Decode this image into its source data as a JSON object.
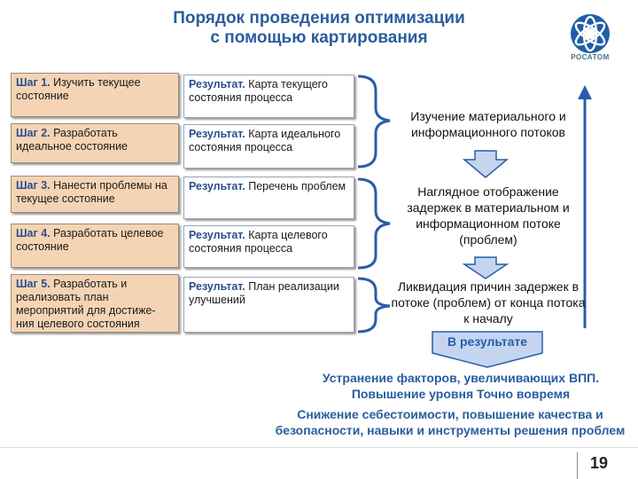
{
  "title": {
    "line1": "Порядок проведения оптимизации",
    "line2": "с помощью картирования"
  },
  "logo": {
    "text": "РОСАТОМ",
    "icon": "rosatom-logo"
  },
  "steps": [
    {
      "label": "Шаг 1.",
      "text": "Изучить текущее состояние"
    },
    {
      "label": "Шаг 2.",
      "text": "Разработать идеальное состояние"
    },
    {
      "label": "Шаг 3.",
      "text": "Нанести проблемы на текущее состояние"
    },
    {
      "label": "Шаг 4.",
      "text": "Разработать целевое состояние"
    },
    {
      "label": "Шаг 5.",
      "text": "Разработать и реализовать план мероприятий для достиже-ния целевого состояния"
    }
  ],
  "results": [
    {
      "label": "Результат.",
      "text": "Карта текущего состояния процесса"
    },
    {
      "label": "Результат.",
      "text": "Карта идеального состояния процесса"
    },
    {
      "label": "Результат.",
      "text": "Перечень проблем"
    },
    {
      "label": "Результат.",
      "text": "Карта целевого состояния процесса"
    },
    {
      "label": "Результат.",
      "text": "План реализации улучшений"
    }
  ],
  "stages": [
    "Изучение материального и информационного потоков",
    "Наглядное отображение задержек в материальном и информационном потоке (проблем)",
    "Ликвидация причин задержек в потоке (проблем) от конца потока к началу"
  ],
  "result_banner": "В результате",
  "outcomes": [
    "Устранение факторов, увеличивающих ВПП.",
    "Повышение уровня Точно вовремя",
    "Снижение себестоимости, повышение качества и безопасности, навыки и инструменты решения проблем"
  ],
  "page_number": "19",
  "colors": {
    "title": "#2a5d9f",
    "step_fill": "#f4d4b4",
    "arrow_fill": "#c5d5f0",
    "arrow_stroke": "#2a5da8",
    "brace": "#2a5da8"
  }
}
